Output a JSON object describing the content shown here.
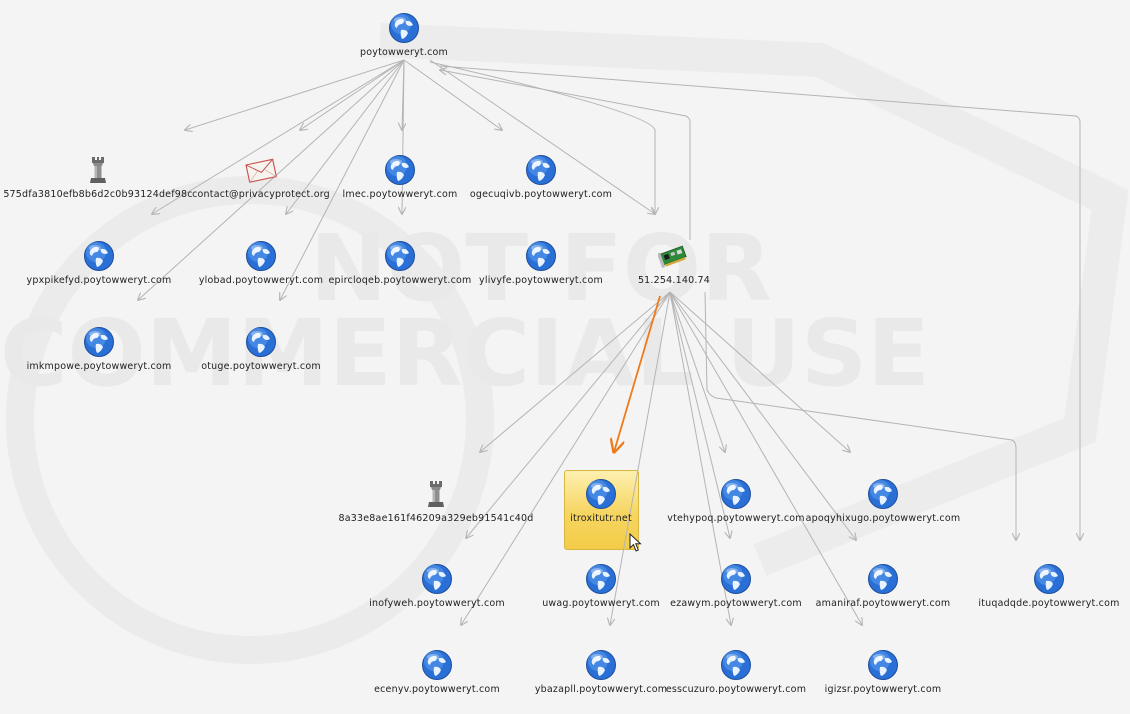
{
  "graph": {
    "watermark_line1": "NOT FOR",
    "watermark_line2": "COMMERCIAL USE",
    "root": {
      "id": "root",
      "label": "poytowweryt.com",
      "icon": "globe-icon"
    },
    "ip": {
      "id": "ip",
      "label": "51.254.140.74",
      "icon": "network-card-icon"
    },
    "upper_nodes": [
      {
        "id": "hash1",
        "label": "575dfa3810efb8b6d2c0b93124def98c",
        "icon": "rook-icon"
      },
      {
        "id": "email",
        "label": "contact@privacyprotect.org",
        "icon": "envelope-icon"
      },
      {
        "id": "lmec",
        "label": "lmec.poytowweryt.com",
        "icon": "globe-icon"
      },
      {
        "id": "ogecuqivb",
        "label": "ogecuqivb.poytowweryt.com",
        "icon": "globe-icon"
      },
      {
        "id": "ypxpikefyd",
        "label": "ypxpikefyd.poytowweryt.com",
        "icon": "globe-icon"
      },
      {
        "id": "ylobad",
        "label": "ylobad.poytowweryt.com",
        "icon": "globe-icon"
      },
      {
        "id": "epircloqeb",
        "label": "epircloqeb.poytowweryt.com",
        "icon": "globe-icon"
      },
      {
        "id": "ylivyfe",
        "label": "ylivyfe.poytowweryt.com",
        "icon": "globe-icon"
      },
      {
        "id": "imkmpowe",
        "label": "imkmpowe.poytowweryt.com",
        "icon": "globe-icon"
      },
      {
        "id": "otuge",
        "label": "otuge.poytowweryt.com",
        "icon": "globe-icon"
      }
    ],
    "lower_nodes": [
      {
        "id": "hash2",
        "label": "8a33e8ae161f46209a329eb91541c40d",
        "icon": "rook-icon"
      },
      {
        "id": "itroxitutr",
        "label": "itroxitutr.net",
        "icon": "globe-icon",
        "selected": true
      },
      {
        "id": "vtehypoq",
        "label": "vtehypoq.poytowweryt.com",
        "icon": "globe-icon"
      },
      {
        "id": "apoqyhixugo",
        "label": "apoqyhixugo.poytowweryt.com",
        "icon": "globe-icon"
      },
      {
        "id": "inofyweh",
        "label": "inofyweh.poytowweryt.com",
        "icon": "globe-icon"
      },
      {
        "id": "uwag",
        "label": "uwag.poytowweryt.com",
        "icon": "globe-icon"
      },
      {
        "id": "ezawym",
        "label": "ezawym.poytowweryt.com",
        "icon": "globe-icon"
      },
      {
        "id": "amaniraf",
        "label": "amaniraf.poytowweryt.com",
        "icon": "globe-icon"
      },
      {
        "id": "ituqadqde",
        "label": "ituqadqde.poytowweryt.com",
        "icon": "globe-icon"
      },
      {
        "id": "ecenyv",
        "label": "ecenyv.poytowweryt.com",
        "icon": "globe-icon"
      },
      {
        "id": "ybazapll",
        "label": "ybazapll.poytowweryt.com",
        "icon": "globe-icon"
      },
      {
        "id": "esscuzuro",
        "label": "esscuzuro.poytowweryt.com",
        "icon": "globe-icon"
      },
      {
        "id": "igizsr",
        "label": "igizsr.poytowweryt.com",
        "icon": "globe-icon"
      }
    ],
    "colors": {
      "edge": "#b4b4b4",
      "highlight_edge": "#f07a1a",
      "selection": "#f6d560"
    }
  }
}
